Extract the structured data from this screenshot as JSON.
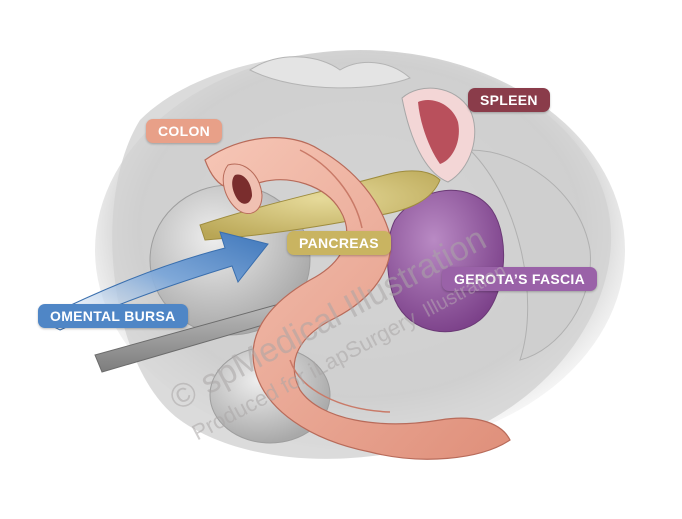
{
  "labels": {
    "spleen": "SPLEEN",
    "colon": "COLON",
    "pancreas": "PANCREAS",
    "gerota": "GEROTA’S FASCIA",
    "omental": "OMENTAL BURSA"
  },
  "label_colors": {
    "spleen": "#8a3c4a",
    "colon": "#e8a088",
    "pancreas": "#c9b461",
    "gerota": "#9a62a8",
    "omental": "#4f86c6"
  },
  "watermark": {
    "line1": "© spMedical Illustration",
    "line2": "Produced for iLapSurgery",
    "line3": "Illustration"
  }
}
